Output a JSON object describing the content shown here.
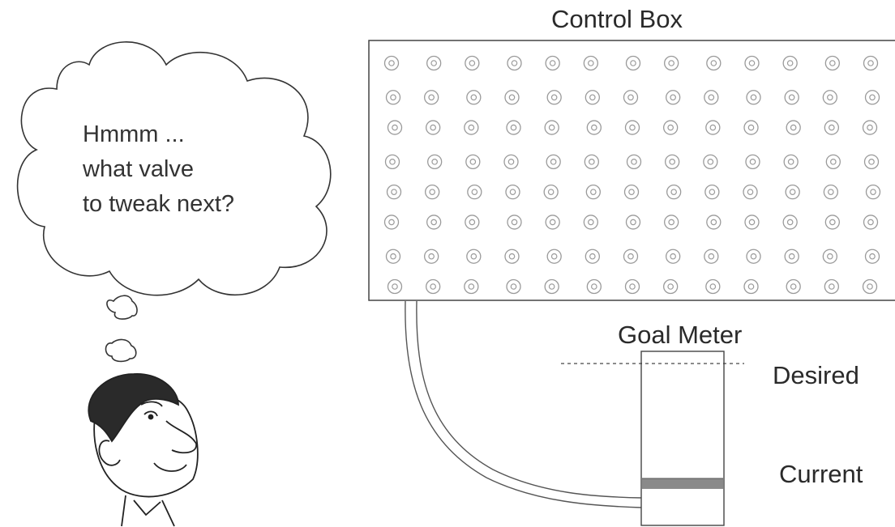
{
  "control_box": {
    "title": "Control Box",
    "valve_rows": 8,
    "valve_cols": 13
  },
  "goal_meter": {
    "title": "Goal Meter",
    "desired_label": "Desired",
    "current_label": "Current",
    "desired_level": 0.93,
    "current_level": 0.27
  },
  "thought_bubble": {
    "lines": [
      "Hmmm ...",
      "what valve",
      "to tweak next?"
    ]
  },
  "colors": {
    "line": "#555555",
    "current_bar": "#8a8a8a",
    "valve": "#9a9a9a"
  }
}
